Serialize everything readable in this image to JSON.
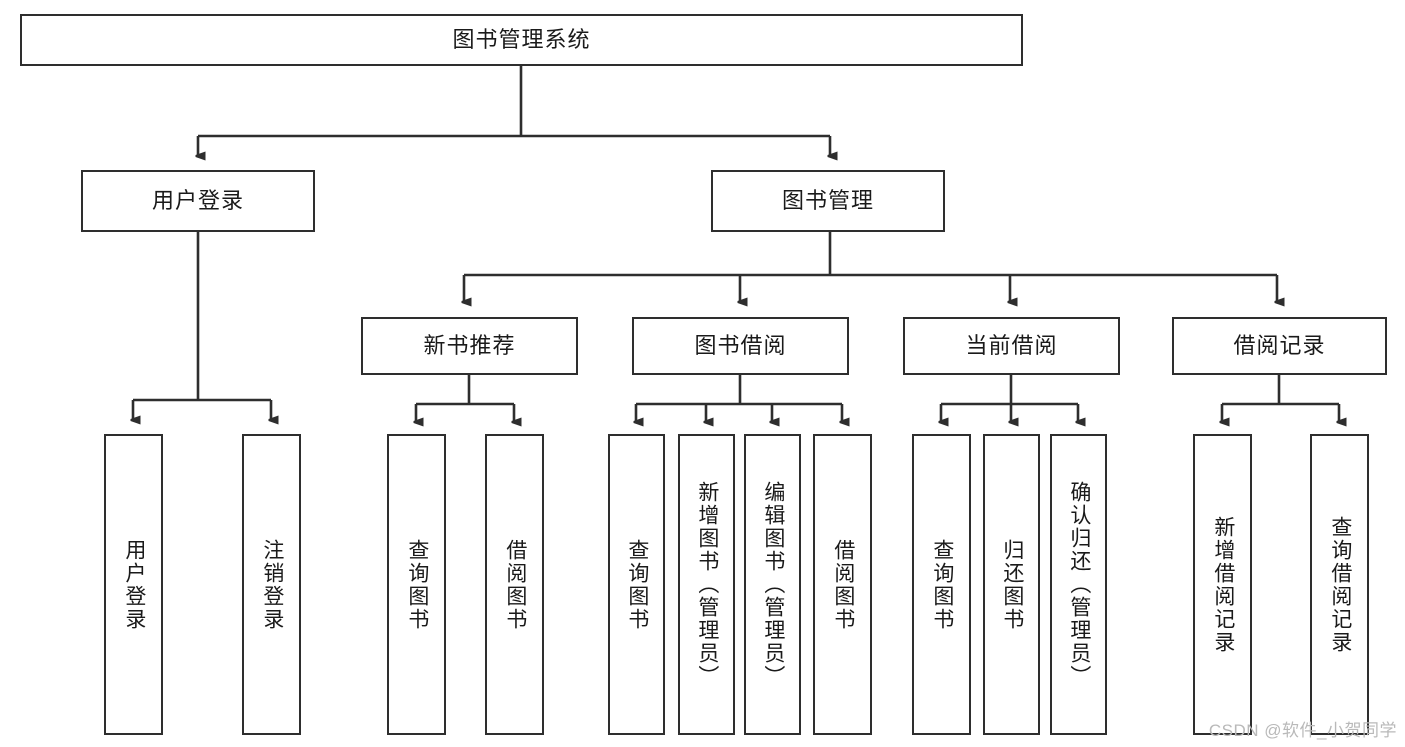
{
  "diagram": {
    "title": "图书管理系统",
    "type": "tree-hierarchy",
    "orientation": "top-down",
    "colors": {
      "stroke": "#2e2e2e",
      "fill": "#ffffff",
      "text": "#1a1a1a",
      "watermark": "#b9b9b9"
    },
    "root": {
      "label": "图书管理系统"
    },
    "level2": [
      {
        "label": "用户登录"
      },
      {
        "label": "图书管理"
      }
    ],
    "level3": [
      {
        "label": "新书推荐"
      },
      {
        "label": "图书借阅"
      },
      {
        "label": "当前借阅"
      },
      {
        "label": "借阅记录"
      }
    ],
    "leaves": {
      "user_login": [
        {
          "label": "用户登录"
        },
        {
          "label": "注销登录"
        }
      ],
      "new_book_recommend": [
        {
          "label": "查询图书"
        },
        {
          "label": "借阅图书"
        }
      ],
      "book_borrow": [
        {
          "label": "查询图书"
        },
        {
          "label": "新增图书（管理员）"
        },
        {
          "label": "编辑图书（管理员）"
        },
        {
          "label": "借阅图书"
        }
      ],
      "current_borrow": [
        {
          "label": "查询图书"
        },
        {
          "label": "归还图书"
        },
        {
          "label": "确认归还（管理员）"
        }
      ],
      "borrow_record": [
        {
          "label": "新增借阅记录"
        },
        {
          "label": "查询借阅记录"
        }
      ]
    }
  },
  "watermark": {
    "text": "CSDN @软件_小贺同学"
  }
}
